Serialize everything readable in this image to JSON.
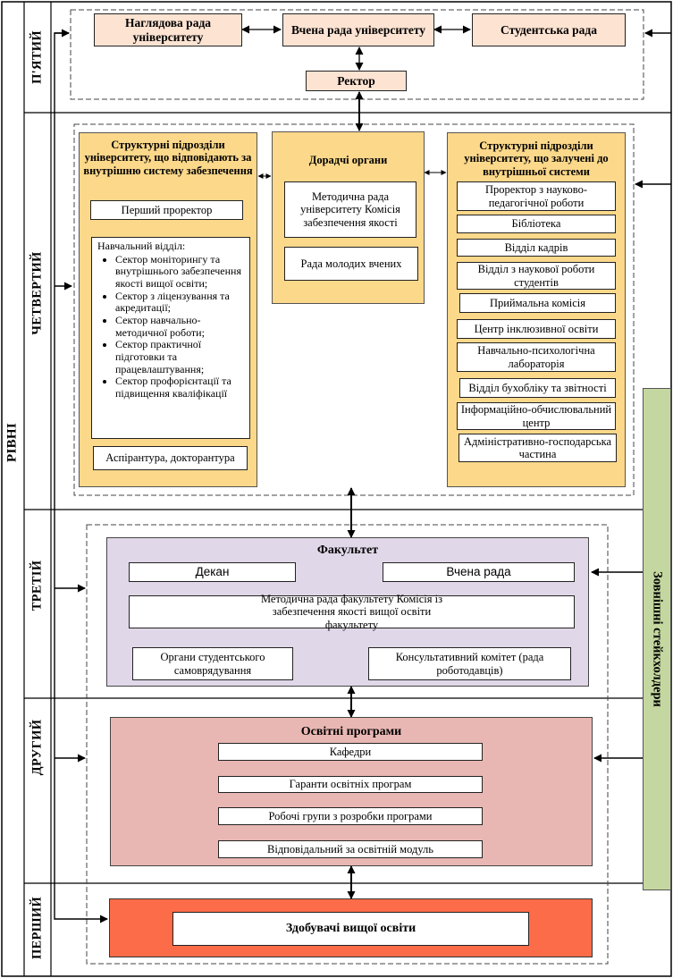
{
  "axis_label": "РІВНІ",
  "levels": {
    "fifth": "П'ЯТИЙ",
    "fourth": "ЧЕТВЕРТИЙ",
    "third": "ТРЕТІЙ",
    "second": "ДРУГИЙ",
    "first": "ПЕРШИЙ"
  },
  "external": "Зовнішні стейкхолдери",
  "l5": {
    "supervisory": "Наглядова рада університету",
    "academic": "Вчена рада університету",
    "student": "Студентська рада",
    "rector": "Ректор"
  },
  "l4": {
    "left_title": "Структурні підрозділи університету, що відповідають за внутрішню систему забезпечення",
    "first_vice": "Перший проректор",
    "edu_dept": "Навчальний відділ:",
    "sectors": [
      "Сектор моніторингу та внутрішнього забезпечення якості вищої освіти;",
      "Сектор з ліцензування та акредитації;",
      "Сектор навчально-методичної роботи;",
      "Сектор практичної підготовки та працевлаштування;",
      "Сектор профорієнтації та підвищення кваліфікації"
    ],
    "postgrad": "Аспірантура, докторантура",
    "mid_title": "Дорадчі органи",
    "method_council": "Методична рада університету Комісія забезпечення якості",
    "young_sci": "Рада молодих вчених",
    "right_title": "Структурні підрозділи університету, що залучені до внутрішньої системи",
    "right_items": [
      "Проректор з науково-педагогічної роботи",
      "Бібліотека",
      "Відділ кадрів",
      "Відділ з наукової роботи студентів",
      "Приймальна комісія",
      "Центр інклюзивної освіти",
      "Навчально-психологічна лабораторія",
      "Відділ бухобліку та звітності",
      "Інформаційно-обчислювальний центр",
      "Адміністративно-господарська частина"
    ]
  },
  "l3": {
    "title": "Факультет",
    "dean": "Декан",
    "council": "Вчена рада",
    "method": "Методична рада факультету Комісія із забезпечення якості вищої освіти факультету",
    "self_gov": "Органи студентського самоврядування",
    "advisory": "Консультативний комітет (рада роботодавців)"
  },
  "l2": {
    "title": "Освітні програми",
    "items": [
      "Кафедри",
      "Гаранти освітніх програм",
      "Робочі групи з розробки програми",
      "Відповідальний за освітній модуль"
    ]
  },
  "l1": {
    "students": "Здобувачі вищої освіти"
  }
}
